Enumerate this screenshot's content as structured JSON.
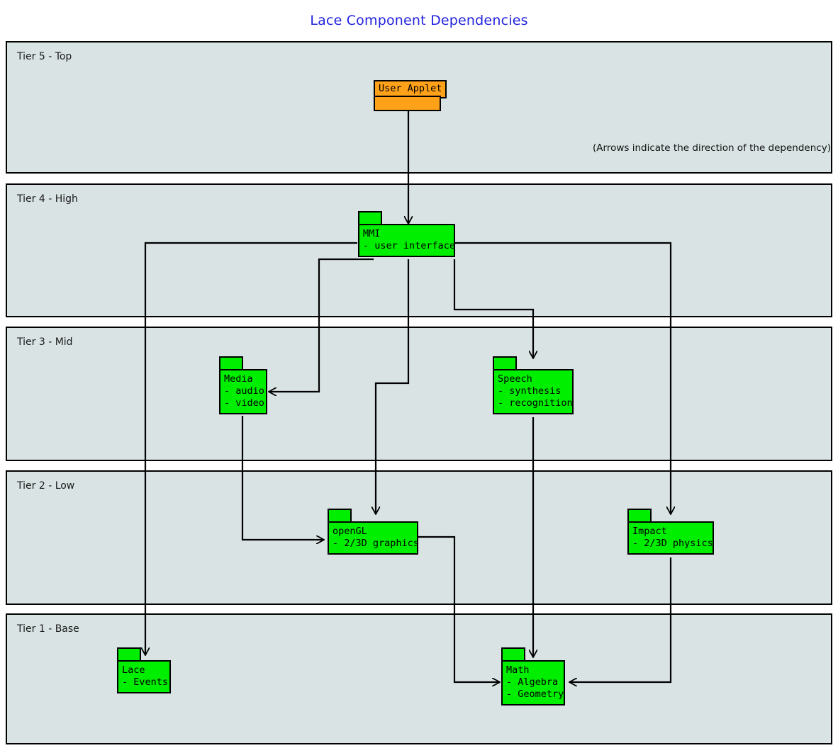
{
  "title": "Lace Component Dependencies",
  "note": "(Arrows indicate the direction of the dependency)",
  "colors": {
    "title": "#2222dd",
    "tier_background": "#d9e3e3",
    "tier_border": "#000000",
    "package_green": "#00ef00",
    "package_orange": "#ffa21a",
    "connector": "#000000"
  },
  "tiers": [
    {
      "id": "tier5",
      "label": "Tier 5 - Top"
    },
    {
      "id": "tier4",
      "label": "Tier 4 - High"
    },
    {
      "id": "tier3",
      "label": "Tier 3 - Mid"
    },
    {
      "id": "tier2",
      "label": "Tier 2 - Low"
    },
    {
      "id": "tier1",
      "label": "Tier 1 - Base"
    }
  ],
  "packages": [
    {
      "id": "user-applet",
      "tier": "Tier 5 - Top",
      "name": "User Applet",
      "items": [],
      "color": "#ffa21a"
    },
    {
      "id": "mmi",
      "tier": "Tier 4 - High",
      "name": "MMI",
      "items": [
        "- user interface"
      ],
      "color": "#00ef00"
    },
    {
      "id": "media",
      "tier": "Tier 3 - Mid",
      "name": "Media",
      "items": [
        "- audio",
        "- video"
      ],
      "color": "#00ef00"
    },
    {
      "id": "speech",
      "tier": "Tier 3 - Mid",
      "name": "Speech",
      "items": [
        "- synthesis",
        "- recognition"
      ],
      "color": "#00ef00"
    },
    {
      "id": "opengl",
      "tier": "Tier 2 - Low",
      "name": "openGL",
      "items": [
        "- 2/3D graphics"
      ],
      "color": "#00ef00"
    },
    {
      "id": "impact",
      "tier": "Tier 2 - Low",
      "name": "Impact",
      "items": [
        "- 2/3D physics"
      ],
      "color": "#00ef00"
    },
    {
      "id": "lace",
      "tier": "Tier 1 - Base",
      "name": "Lace",
      "items": [
        "- Events"
      ],
      "color": "#00ef00"
    },
    {
      "id": "math",
      "tier": "Tier 1 - Base",
      "name": "Math",
      "items": [
        "- Algebra",
        "- Geometry"
      ],
      "color": "#00ef00"
    }
  ],
  "dependencies": [
    {
      "from": "User Applet",
      "to": "MMI"
    },
    {
      "from": "MMI",
      "to": "Media"
    },
    {
      "from": "MMI",
      "to": "Speech"
    },
    {
      "from": "MMI",
      "to": "openGL"
    },
    {
      "from": "MMI",
      "to": "Impact"
    },
    {
      "from": "MMI",
      "to": "Lace"
    },
    {
      "from": "Media",
      "to": "openGL"
    },
    {
      "from": "Speech",
      "to": "Math"
    },
    {
      "from": "openGL",
      "to": "Math"
    },
    {
      "from": "Impact",
      "to": "Math"
    }
  ]
}
